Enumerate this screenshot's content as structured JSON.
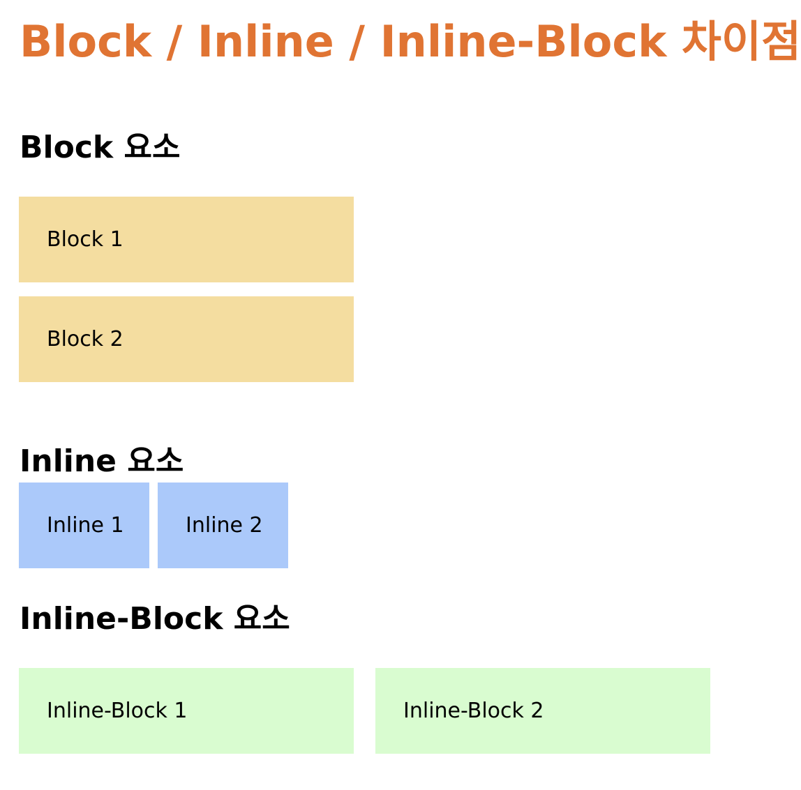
{
  "page": {
    "title": "Block / Inline / Inline-Block 차이점",
    "title_color": "#e07433"
  },
  "sections": {
    "block": {
      "heading": "Block 요소",
      "color": "#f4dda0",
      "items": [
        "Block 1",
        "Block 2"
      ]
    },
    "inline": {
      "heading": "Inline 요소",
      "color": "#abc9fa",
      "items": [
        "Inline 1",
        "Inline 2"
      ]
    },
    "inline_block": {
      "heading": "Inline-Block 요소",
      "color": "#d9fcd0",
      "items": [
        "Inline-Block 1",
        "Inline-Block 2"
      ]
    }
  }
}
